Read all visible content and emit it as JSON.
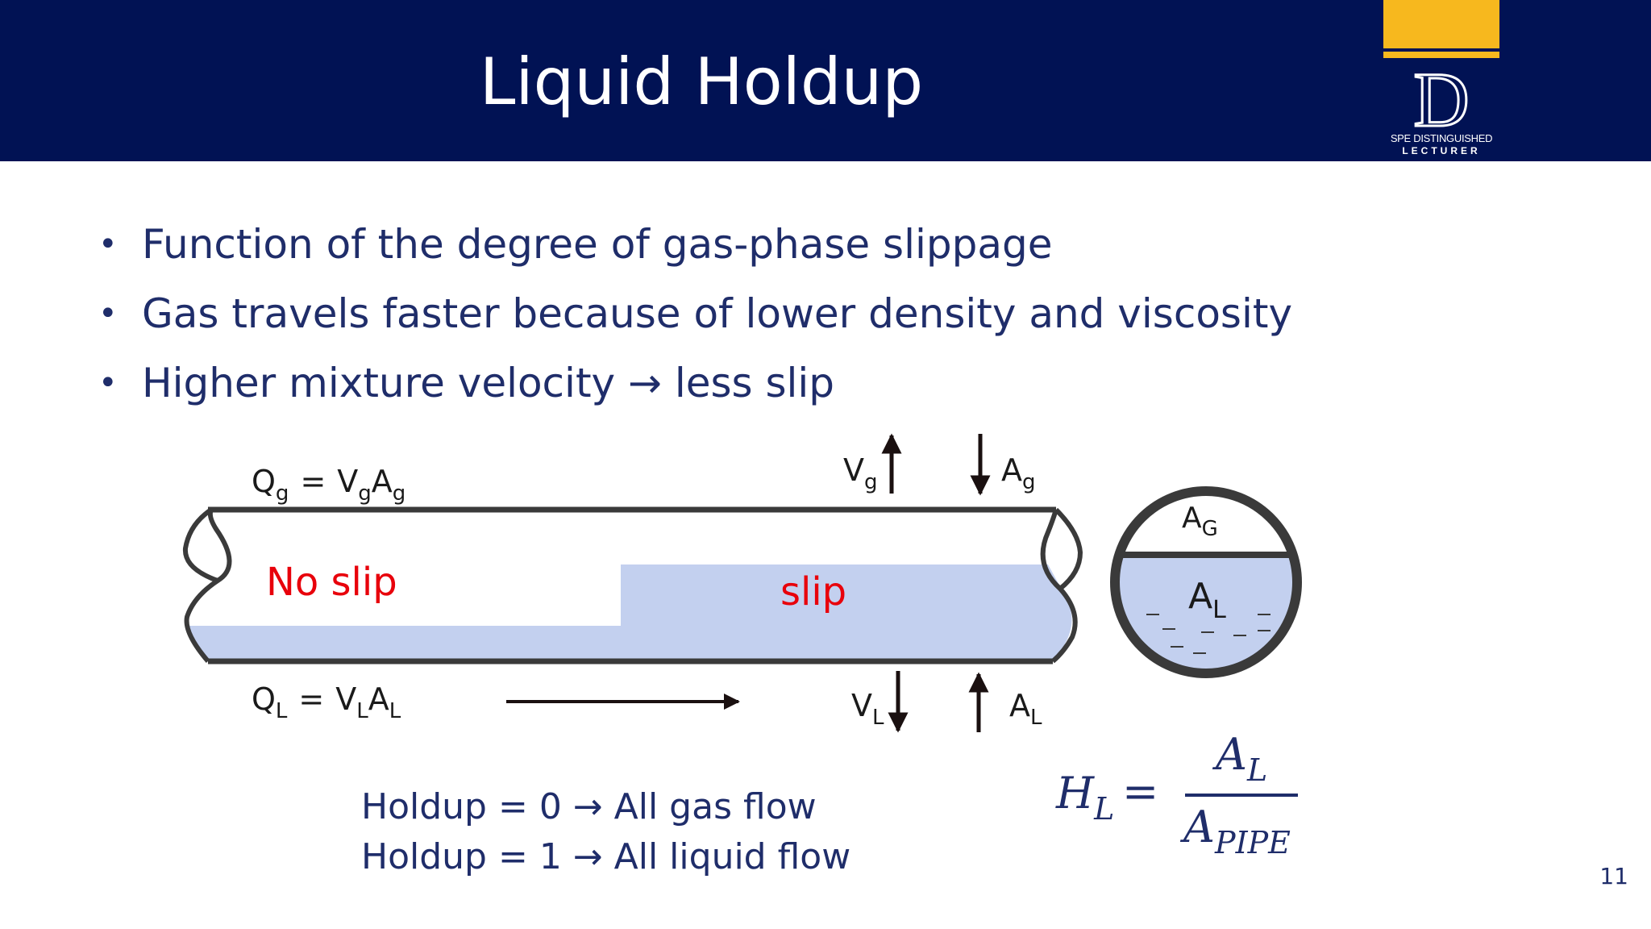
{
  "slide": {
    "title": "Liquid Holdup",
    "page_number": "11"
  },
  "logo": {
    "letter": "D",
    "line1": "SPE DISTINGUISHED",
    "line2": "LECTURER",
    "colors": {
      "navy": "#011254",
      "gold": "#f7b81e"
    }
  },
  "bullets": [
    {
      "text": "Function of the degree of gas-phase slippage"
    },
    {
      "text": "Gas travels faster because of lower density and viscosity"
    },
    {
      "text": "Higher mixture velocity → less slip"
    }
  ],
  "diagram": {
    "gas_eq": {
      "Q": "Q",
      "Q_sub": "g",
      "eq": "=",
      "V": "V",
      "V_sub": "g",
      "A": "A",
      "A_sub": "g"
    },
    "liq_eq": {
      "Q": "Q",
      "Q_sub": "L",
      "eq": "=",
      "V": "V",
      "V_sub": "L",
      "A": "A",
      "A_sub": "L"
    },
    "no_slip_label": "No slip",
    "slip_label": "slip",
    "vg": {
      "main": "V",
      "sub": "g"
    },
    "ag": {
      "main": "A",
      "sub": "g"
    },
    "vl": {
      "main": "V",
      "sub": "L"
    },
    "al": {
      "main": "A",
      "sub": "L"
    },
    "cross_section": {
      "gas_area": {
        "main": "A",
        "sub": "G"
      },
      "liquid_area": {
        "main": "A",
        "sub": "L"
      }
    },
    "colors": {
      "liquid": "#c3d0ef",
      "pipe": "#3a3a3a",
      "slip_text": "#e8000b"
    }
  },
  "holdup_lines": [
    "Holdup = 0 → All gas flow",
    "Holdup = 1 → All liquid flow"
  ],
  "formula": {
    "lhs": "H",
    "lhs_sub": "L",
    "eq": "=",
    "num": "A",
    "num_sub": "L",
    "den": "A",
    "den_sub": "PIPE"
  }
}
